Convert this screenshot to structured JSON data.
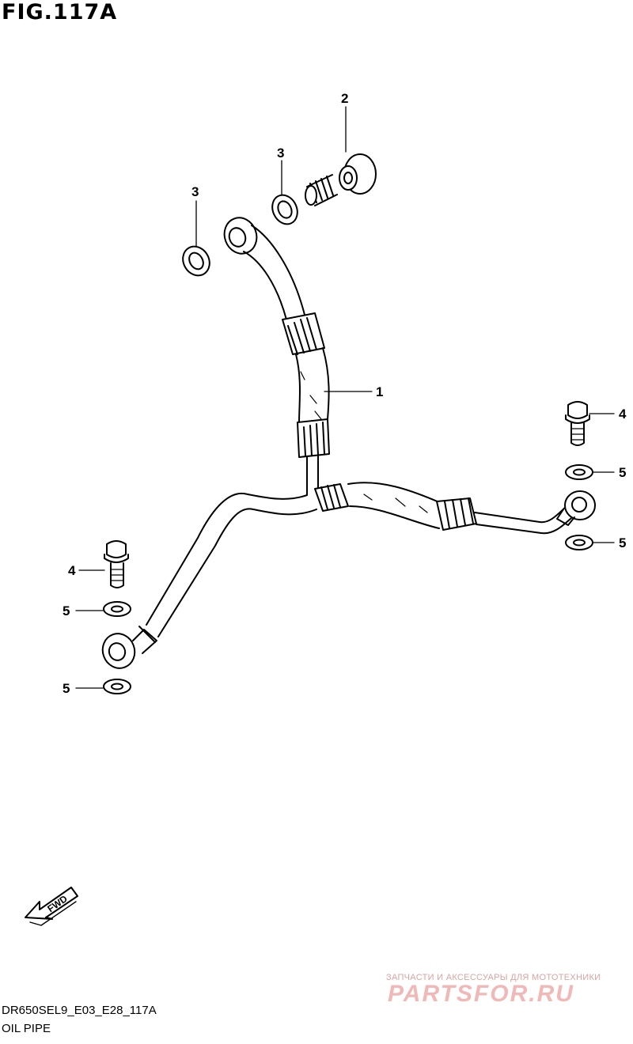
{
  "figure": {
    "title": "FIG.117A",
    "model_code": "DR650SEL9_E03_E28_117A",
    "name": "OIL PIPE"
  },
  "callouts": [
    {
      "id": "1",
      "label": "1"
    },
    {
      "id": "2",
      "label": "2"
    },
    {
      "id": "3a",
      "label": "3"
    },
    {
      "id": "3b",
      "label": "3"
    },
    {
      "id": "4a",
      "label": "4"
    },
    {
      "id": "4b",
      "label": "4"
    },
    {
      "id": "5a",
      "label": "5"
    },
    {
      "id": "5b",
      "label": "5"
    },
    {
      "id": "5c",
      "label": "5"
    },
    {
      "id": "5d",
      "label": "5"
    }
  ],
  "direction_marker": {
    "label": "FWD",
    "icon": "fwd-arrow-icon"
  },
  "watermark": {
    "tagline": "ЗАПЧАСТИ И АКСЕССУАРЫ ДЛЯ МОТОТЕХНИКИ",
    "logo_text": "PARTSFOR.RU"
  }
}
